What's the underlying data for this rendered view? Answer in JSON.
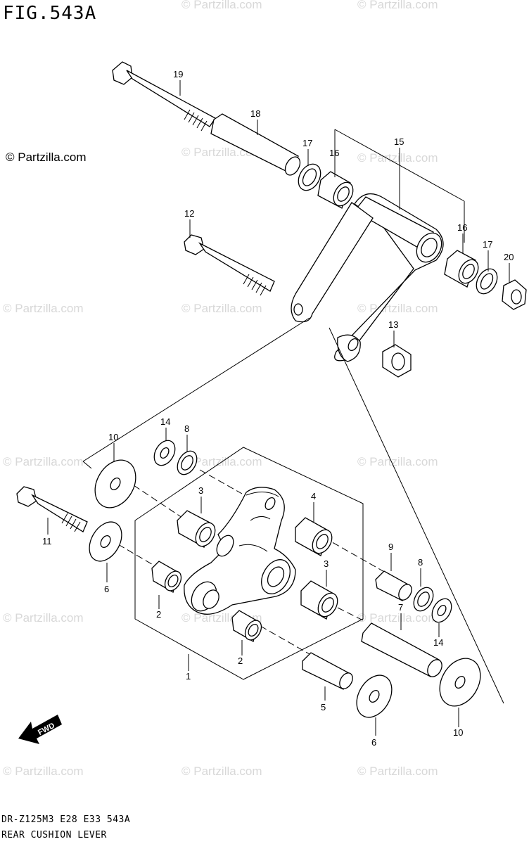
{
  "header": {
    "figure_title": "FIG.543A"
  },
  "watermark": {
    "text": "© Partzilla.com"
  },
  "copyright": {
    "text": "© Partzilla.com"
  },
  "footer": {
    "model_line": "DR-Z125M3 E28 E33 543A",
    "title_line": "REAR CUSHION LEVER"
  },
  "fwd_label": "FWD",
  "callouts": {
    "c19": "19",
    "c18": "18",
    "c17a": "17",
    "c16a": "16",
    "c15": "15",
    "c12": "12",
    "c16b": "16",
    "c17b": "17",
    "c20": "20",
    "c13": "13",
    "c14a": "14",
    "c8a": "8",
    "c10a": "10",
    "c3a": "3",
    "c4": "4",
    "c11": "11",
    "c6a": "6",
    "c2a": "2",
    "c1": "1",
    "c9": "9",
    "c3b": "3",
    "c8b": "8",
    "c7": "7",
    "c14b": "14",
    "c2b": "2",
    "c5": "5",
    "c6b": "6",
    "c10b": "10"
  }
}
